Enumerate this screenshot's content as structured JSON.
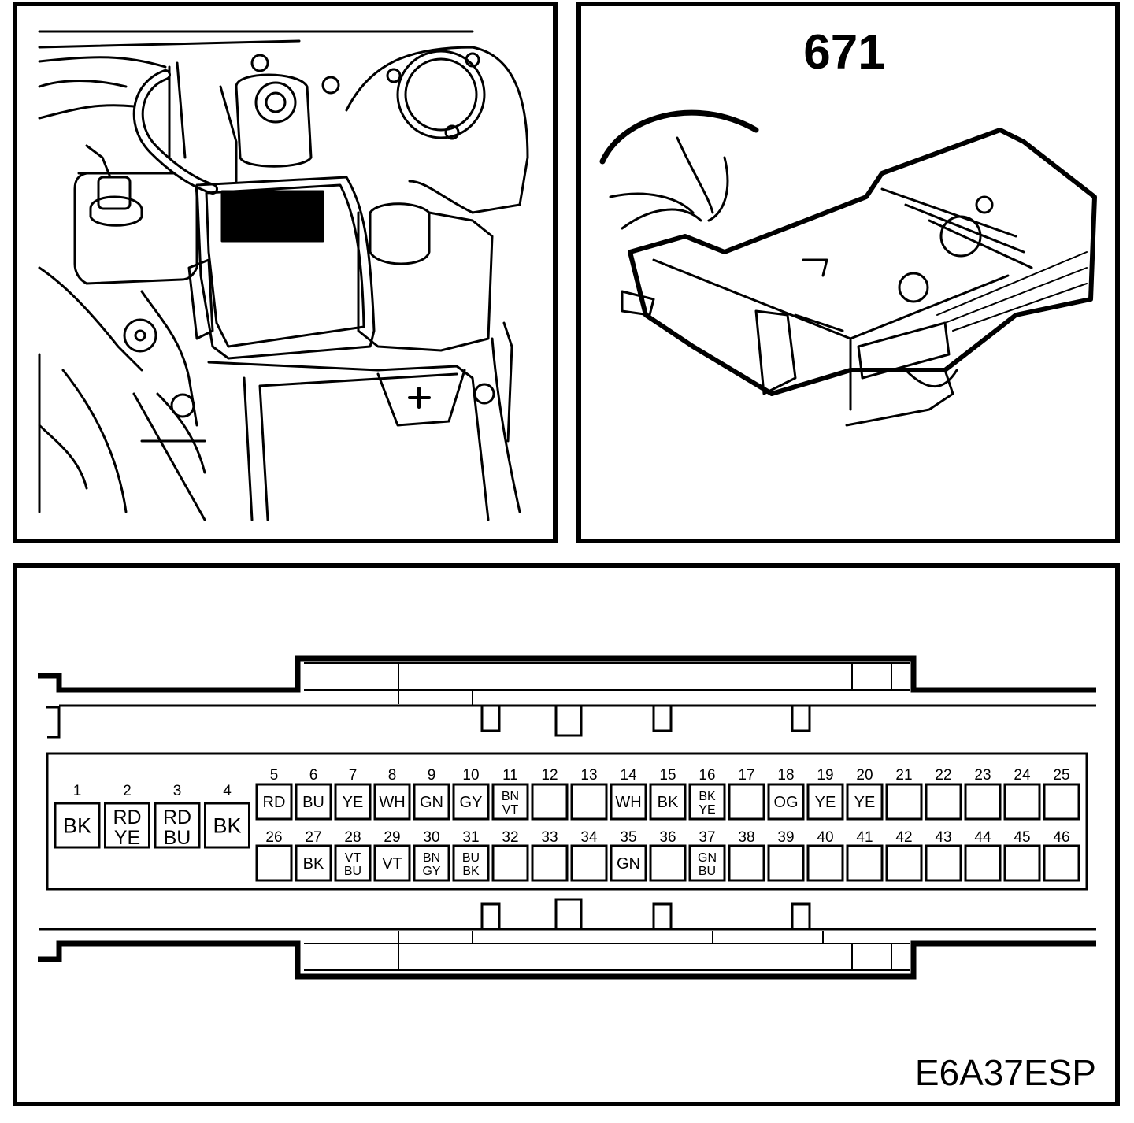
{
  "figure": {
    "top_left_panel": {
      "description_icon": "engine-bay-line-art"
    },
    "top_right_panel": {
      "component_number": "671",
      "description_icon": "control-module-line-art"
    },
    "connector": {
      "pins": [
        {
          "n": "1",
          "wire": [
            "BK"
          ]
        },
        {
          "n": "2",
          "wire": [
            "RD",
            "YE"
          ]
        },
        {
          "n": "3",
          "wire": [
            "RD",
            "BU"
          ]
        },
        {
          "n": "4",
          "wire": [
            "BK"
          ]
        },
        {
          "n": "5",
          "wire": [
            "RD"
          ]
        },
        {
          "n": "6",
          "wire": [
            "BU"
          ]
        },
        {
          "n": "7",
          "wire": [
            "YE"
          ]
        },
        {
          "n": "8",
          "wire": [
            "WH"
          ]
        },
        {
          "n": "9",
          "wire": [
            "GN"
          ]
        },
        {
          "n": "10",
          "wire": [
            "GY"
          ]
        },
        {
          "n": "11",
          "wire": [
            "BN",
            "VT"
          ]
        },
        {
          "n": "12",
          "wire": []
        },
        {
          "n": "13",
          "wire": []
        },
        {
          "n": "14",
          "wire": [
            "WH"
          ]
        },
        {
          "n": "15",
          "wire": [
            "BK"
          ]
        },
        {
          "n": "16",
          "wire": [
            "BK",
            "YE"
          ]
        },
        {
          "n": "17",
          "wire": []
        },
        {
          "n": "18",
          "wire": [
            "OG"
          ]
        },
        {
          "n": "19",
          "wire": [
            "YE"
          ]
        },
        {
          "n": "20",
          "wire": [
            "YE"
          ]
        },
        {
          "n": "21",
          "wire": []
        },
        {
          "n": "22",
          "wire": []
        },
        {
          "n": "23",
          "wire": []
        },
        {
          "n": "24",
          "wire": []
        },
        {
          "n": "25",
          "wire": []
        },
        {
          "n": "26",
          "wire": []
        },
        {
          "n": "27",
          "wire": [
            "BK"
          ]
        },
        {
          "n": "28",
          "wire": [
            "VT",
            "BU"
          ]
        },
        {
          "n": "29",
          "wire": [
            "VT"
          ]
        },
        {
          "n": "30",
          "wire": [
            "BN",
            "GY"
          ]
        },
        {
          "n": "31",
          "wire": [
            "BU",
            "BK"
          ]
        },
        {
          "n": "32",
          "wire": []
        },
        {
          "n": "33",
          "wire": []
        },
        {
          "n": "34",
          "wire": []
        },
        {
          "n": "35",
          "wire": [
            "GN"
          ]
        },
        {
          "n": "36",
          "wire": []
        },
        {
          "n": "37",
          "wire": [
            "GN",
            "BU"
          ]
        },
        {
          "n": "38",
          "wire": []
        },
        {
          "n": "39",
          "wire": []
        },
        {
          "n": "40",
          "wire": []
        },
        {
          "n": "41",
          "wire": []
        },
        {
          "n": "42",
          "wire": []
        },
        {
          "n": "43",
          "wire": []
        },
        {
          "n": "44",
          "wire": []
        },
        {
          "n": "45",
          "wire": []
        },
        {
          "n": "46",
          "wire": []
        }
      ]
    },
    "figure_code": "E6A37ESP"
  }
}
